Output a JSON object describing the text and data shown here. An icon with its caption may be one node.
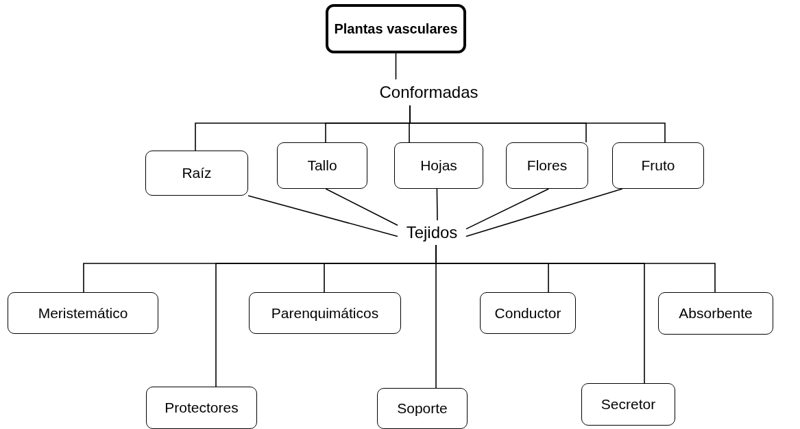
{
  "diagram": {
    "nodes": [
      {
        "text": [
          "Plantas vasculares"
        ]
      },
      {
        "text": [
          "Conformadas"
        ]
      },
      {
        "text": [
          "Raíz"
        ]
      },
      {
        "text": [
          "Tallo"
        ]
      },
      {
        "text": [
          "Hojas"
        ]
      },
      {
        "text": [
          "Flores"
        ]
      },
      {
        "text": [
          "Fruto"
        ]
      },
      {
        "text": [
          "Tejidos"
        ]
      },
      {
        "text": [
          "Meristemático"
        ]
      },
      {
        "text": [
          "Protectores"
        ]
      },
      {
        "text": [
          "Parenquimáticos"
        ]
      },
      {
        "text": [
          "Soporte"
        ]
      },
      {
        "text": [
          "Conductor"
        ]
      },
      {
        "text": [
          "Secretor"
        ]
      },
      {
        "text": [
          "Absorbente"
        ]
      }
    ],
    "edges": [
      {
        "from": 0,
        "to": 1,
        "arrow": "none"
      },
      {
        "from": 1,
        "to": 2,
        "arrow": "none"
      },
      {
        "from": 1,
        "to": 3,
        "arrow": "none"
      },
      {
        "from": 1,
        "to": 4,
        "arrow": "none"
      },
      {
        "from": 1,
        "to": 5,
        "arrow": "none"
      },
      {
        "from": 1,
        "to": 6,
        "arrow": "none"
      },
      {
        "from": 2,
        "to": 7,
        "arrow": "none"
      },
      {
        "from": 3,
        "to": 7,
        "arrow": "none"
      },
      {
        "from": 4,
        "to": 7,
        "arrow": "none"
      },
      {
        "from": 5,
        "to": 7,
        "arrow": "none"
      },
      {
        "from": 6,
        "to": 7,
        "arrow": "none"
      },
      {
        "from": 7,
        "to": 8,
        "arrow": "none"
      },
      {
        "from": 7,
        "to": 9,
        "arrow": "none"
      },
      {
        "from": 7,
        "to": 10,
        "arrow": "none"
      },
      {
        "from": 7,
        "to": 11,
        "arrow": "none"
      },
      {
        "from": 7,
        "to": 12,
        "arrow": "none"
      },
      {
        "from": 7,
        "to": 13,
        "arrow": "none"
      },
      {
        "from": 7,
        "to": 14,
        "arrow": "none"
      }
    ]
  }
}
